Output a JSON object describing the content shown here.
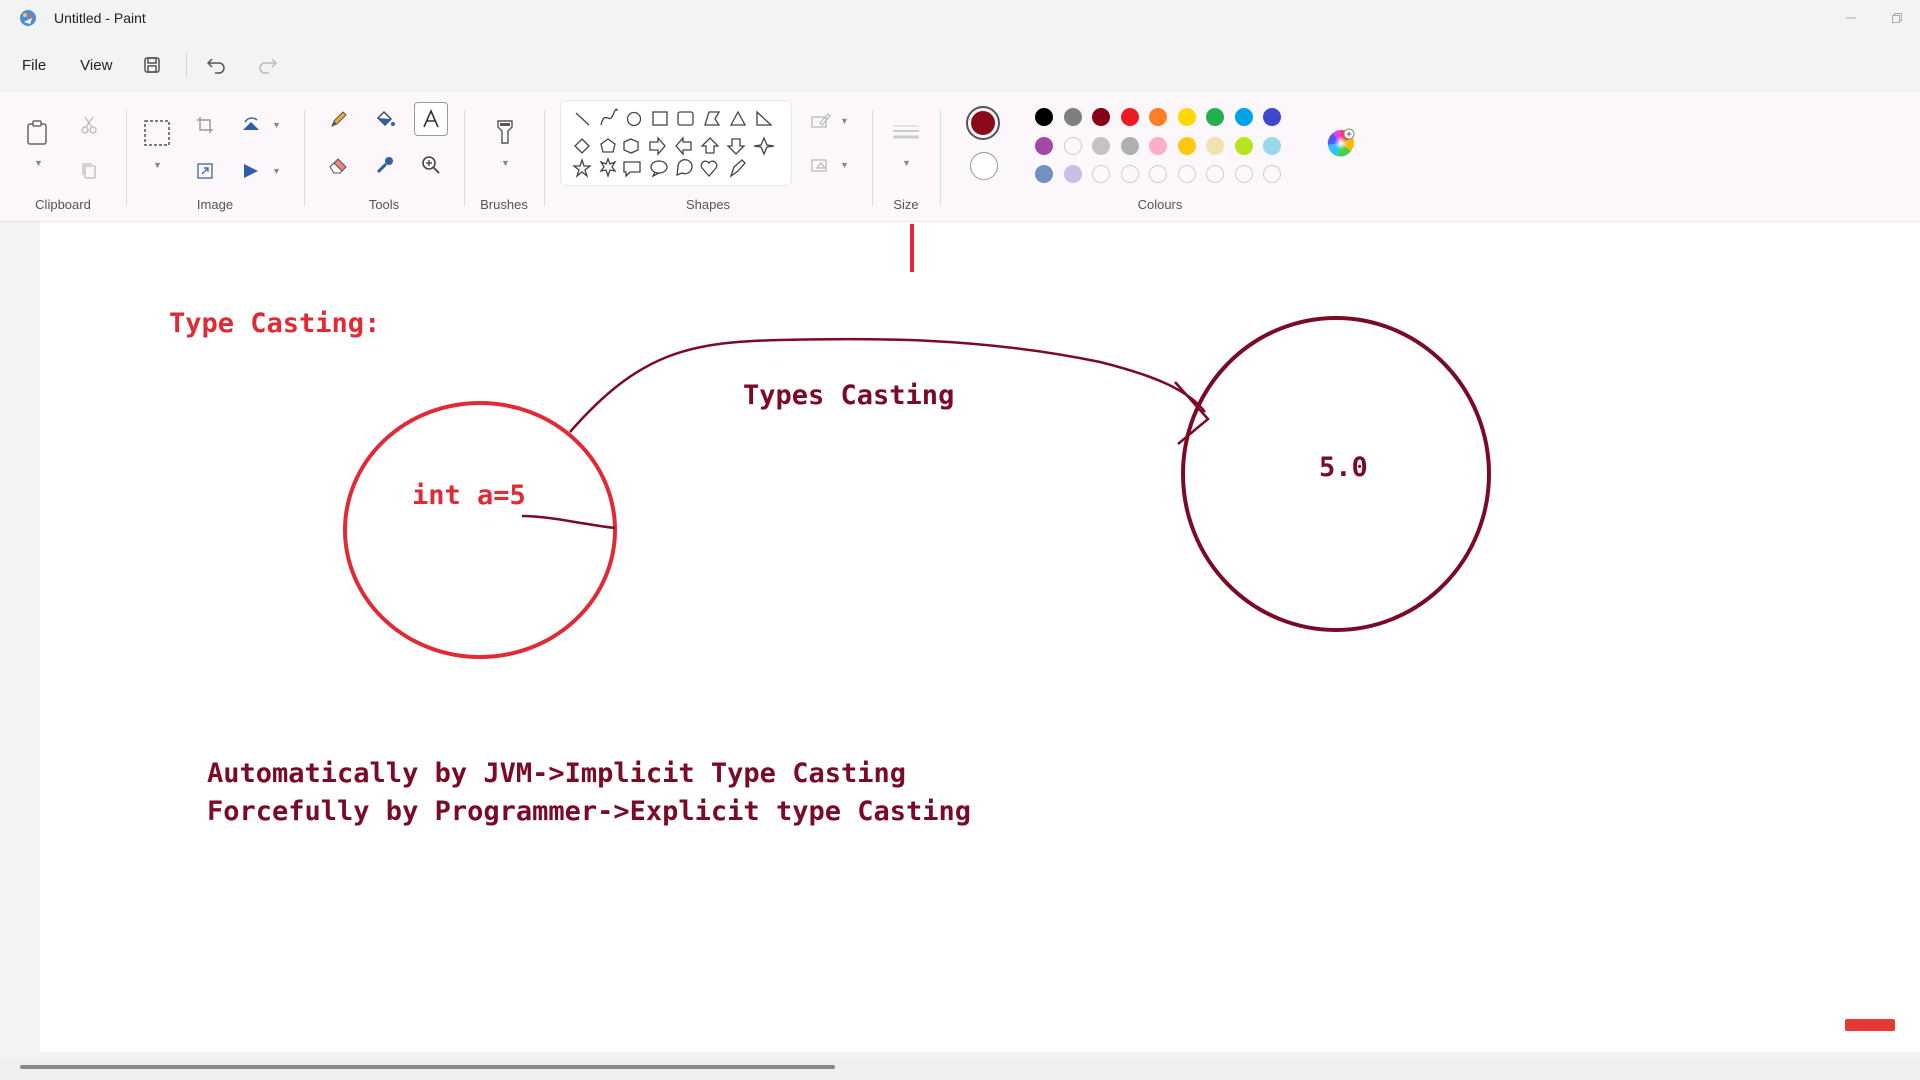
{
  "window": {
    "title": "Untitled - Paint"
  },
  "menu": {
    "file": "File",
    "view": "View"
  },
  "ribbon": {
    "groups": {
      "clipboard": "Clipboard",
      "image": "Image",
      "tools": "Tools",
      "brushes": "Brushes",
      "shapes": "Shapes",
      "size": "Size",
      "colours": "Colours"
    },
    "primary_color": "#8b0a1a",
    "secondary_color": "#ffffff",
    "palette_row1": [
      "#000000",
      "#7f7f7f",
      "#880015",
      "#ed1c24",
      "#ff7f27",
      "#ffd800",
      "#22b14c",
      "#00a2e8",
      "#3f48cc"
    ],
    "palette_row2": [
      "#a349a4",
      "#ffffff",
      "#c3c3c3",
      "#b0b0b0",
      "#ffaec9",
      "#ffc90e",
      "#efe4b0",
      "#b5e61d",
      "#99d9ea"
    ],
    "palette_row3": [
      "#7092be",
      "#c8bfe7",
      "",
      "",
      "",
      "",
      "",
      "",
      ""
    ]
  },
  "canvas": {
    "heading": "Type Casting:",
    "left_circle_text": "int a=5",
    "arrow_label": "Types Casting",
    "right_circle_text": "5.0",
    "line1": "Automatically by JVM->Implicit Type Casting",
    "line2": "Forcefully by Programmer->Explicit type Casting",
    "colors": {
      "red": "#e02a35",
      "dark_red": "#7a0a26"
    }
  }
}
